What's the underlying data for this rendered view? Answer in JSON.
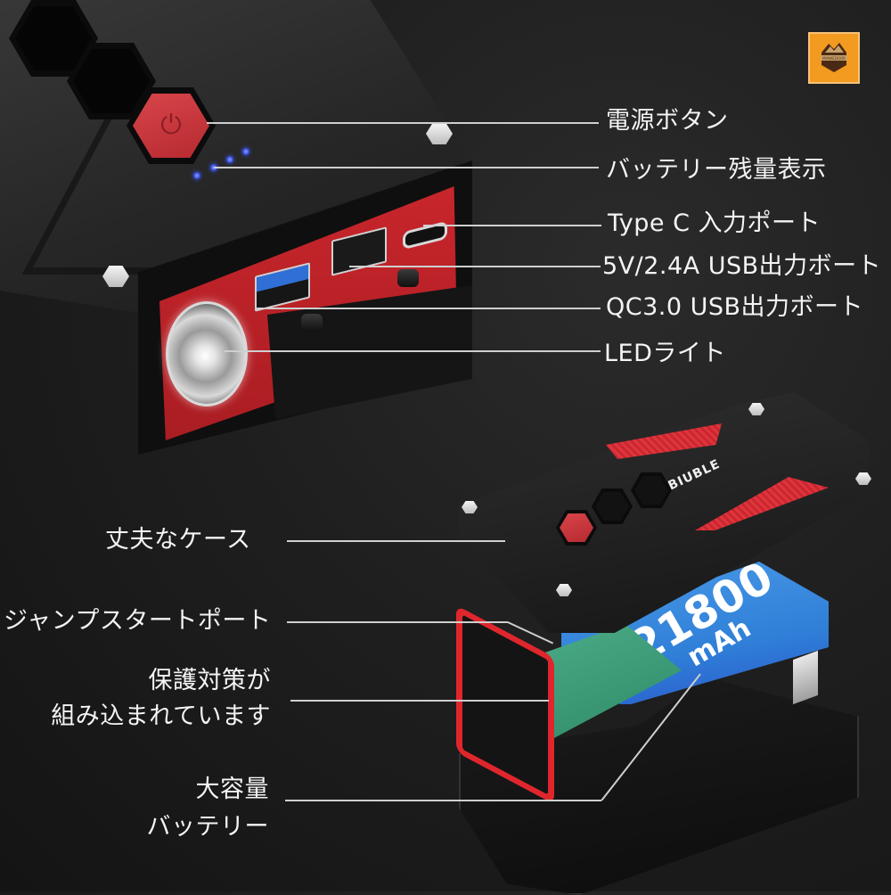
{
  "logo": {
    "name": "MIAWEDOOR",
    "icon": "mountain-badge-icon",
    "bg_color": "#f39a20"
  },
  "brand": {
    "text": "BIUBLE",
    "accent_color": "#e0262d"
  },
  "battery": {
    "capacity": "21800",
    "unit": "mAh",
    "color": "#2f7fd8"
  },
  "callouts_top": [
    {
      "id": "power-button",
      "label": "電源ボタン"
    },
    {
      "id": "battery-indicator",
      "label": "バッテリー残量表示"
    },
    {
      "id": "type-c-input",
      "label": "Type C 入力ポート"
    },
    {
      "id": "usb-5v-output",
      "label": "5V/2.4A USB出力ボート"
    },
    {
      "id": "qc30-usb-output",
      "label": "QC3.0 USB出力ボート"
    },
    {
      "id": "led-light",
      "label": "LEDライト"
    }
  ],
  "callouts_bottom": [
    {
      "id": "durable-case",
      "label": "丈夫なケース"
    },
    {
      "id": "jump-start-port",
      "label": "ジャンプスタートポート"
    },
    {
      "id": "protection",
      "line1": "保護対策が",
      "line2": "組み込まれています"
    },
    {
      "id": "large-battery",
      "line1": "大容量",
      "line2": "バッテリー"
    }
  ],
  "icons": {
    "power": "⏻",
    "battery_leds": 4
  }
}
